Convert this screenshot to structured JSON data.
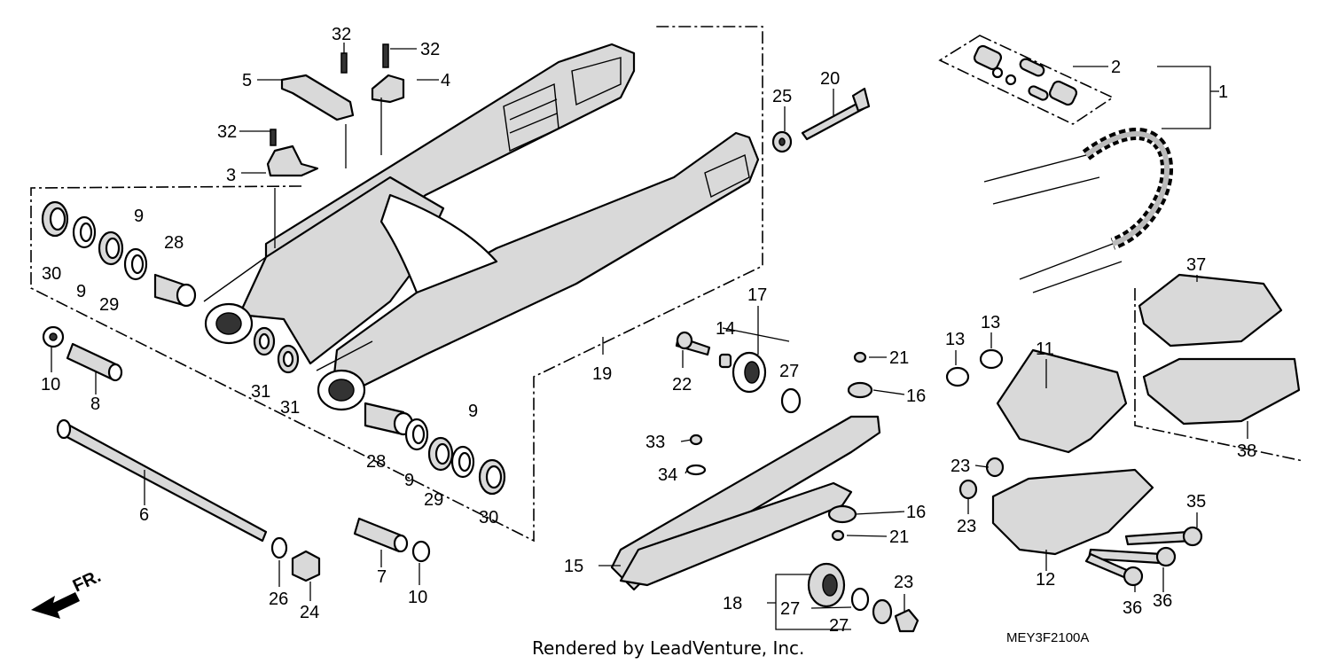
{
  "diagram": {
    "callouts": [
      {
        "label": "1"
      },
      {
        "label": "2"
      },
      {
        "label": "3"
      },
      {
        "label": "4"
      },
      {
        "label": "5"
      },
      {
        "label": "6"
      },
      {
        "label": "7"
      },
      {
        "label": "8"
      },
      {
        "label": "9"
      },
      {
        "label": "9"
      },
      {
        "label": "9"
      },
      {
        "label": "9"
      },
      {
        "label": "10"
      },
      {
        "label": "10"
      },
      {
        "label": "11"
      },
      {
        "label": "12"
      },
      {
        "label": "13"
      },
      {
        "label": "13"
      },
      {
        "label": "14"
      },
      {
        "label": "15"
      },
      {
        "label": "16"
      },
      {
        "label": "16"
      },
      {
        "label": "17"
      },
      {
        "label": "18"
      },
      {
        "label": "19"
      },
      {
        "label": "20"
      },
      {
        "label": "21"
      },
      {
        "label": "21"
      },
      {
        "label": "22"
      },
      {
        "label": "23"
      },
      {
        "label": "23"
      },
      {
        "label": "23"
      },
      {
        "label": "24"
      },
      {
        "label": "25"
      },
      {
        "label": "26"
      },
      {
        "label": "27"
      },
      {
        "label": "27"
      },
      {
        "label": "27"
      },
      {
        "label": "28"
      },
      {
        "label": "28"
      },
      {
        "label": "29"
      },
      {
        "label": "29"
      },
      {
        "label": "30"
      },
      {
        "label": "30"
      },
      {
        "label": "31"
      },
      {
        "label": "31"
      },
      {
        "label": "32"
      },
      {
        "label": "32"
      },
      {
        "label": "32"
      },
      {
        "label": "33"
      },
      {
        "label": "34"
      },
      {
        "label": "35"
      },
      {
        "label": "36"
      },
      {
        "label": "36"
      },
      {
        "label": "37"
      },
      {
        "label": "38"
      }
    ],
    "direction_label": "FR.",
    "footer": "Rendered by LeadVenture, Inc.",
    "diagram_code": "MEY3F2100A"
  }
}
